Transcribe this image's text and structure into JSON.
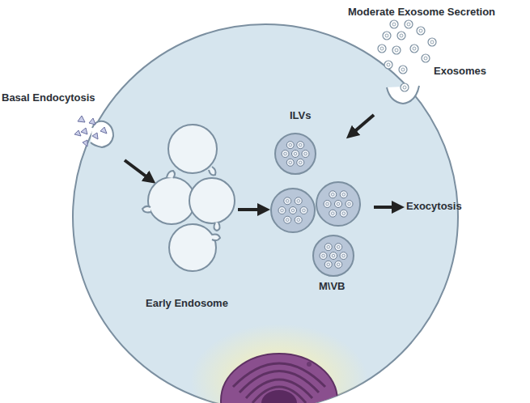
{
  "diagram": {
    "title": "Moderate Exosome Secretion",
    "labels": [
      "Basal Endocytosis",
      "Exosomes",
      "ILVs",
      "Exocytosis",
      "Early Endosome",
      "M\\VB"
    ]
  }
}
